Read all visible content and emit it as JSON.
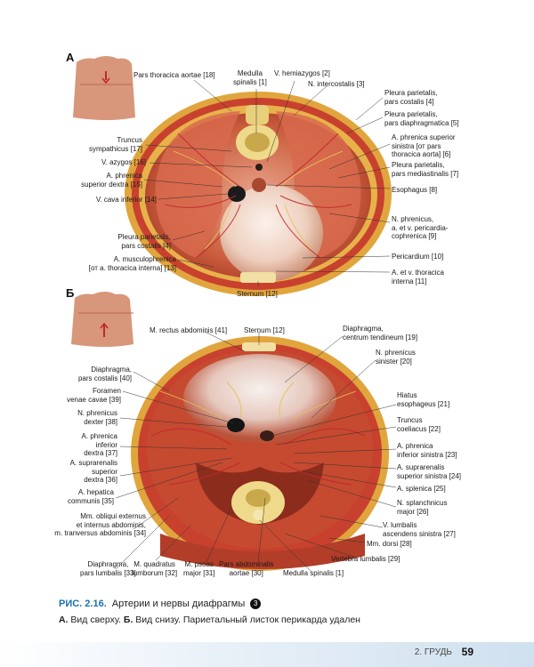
{
  "panels": {
    "a_letter": "А",
    "b_letter": "Б"
  },
  "labels_a": {
    "pars_thoracica": "Pars thoracica aortae [18]",
    "medulla": "Medulla\nspinalis [1]",
    "hemiazygos": "V. hemiazygos [2]",
    "intercostalis": "N. intercostalis [3]",
    "pleura_costalis": "Pleura parietalis,\npars costalis [4]",
    "pleura_diaphr": "Pleura parietalis,\npars diaphragmatica [5]",
    "phrenica_sup_sin": "A. phrenica superior\nsinistra [от pars\nthoracica aorta] [6]",
    "pleura_mediast": "Pleura parietalis,\npars mediastinalis [7]",
    "esophagus": "Esophagus [8]",
    "phrenicus": "N. phrenicus,\na. et v. pericardia-\ncophrenica [9]",
    "pericardium": "Pericardium [10]",
    "thoracica_interna": "A. et v. thoracica\ninterna [11]",
    "sternum": "Sternum [12]",
    "musculophrenica": "A. musculophrenica\n[от a. thoracica interna] [13]",
    "cava": "V. cava inferior [14]",
    "phrenica_dextra": "A. phrenica\nsuperior dextra [15]",
    "azygos": "V. azygos [16]",
    "truncus_symp": "Truncus\nsympathicus [17]",
    "pleura_costalis_left": "Pleura parietalis,\npars costalis [4]"
  },
  "labels_b": {
    "rectus": "M. rectus abdominis [41]",
    "sternum": "Sternum [12]",
    "centrum": "Diaphragma,\ncentrum tendineum [19]",
    "phrenicus_sin": "N. phrenicus\nsinister [20]",
    "hiatus": "Hiatus\nesophageus [21]",
    "coeliacus": "Truncus\ncoeliacus [22]",
    "phrenica_inf_sin": "A. phrenica\ninferior sinistra [23]",
    "suprarenalis_sin": "A. suprarenalis\nsuperior sinistra [24]",
    "splenica": "A. splenica [25]",
    "splanchnicus": "N. splanchnicus\nmajor [26]",
    "lumbalis": "V. lumbalis\nascendens sinistra [27]",
    "dorsi": "Mm. dorsi [28]",
    "vertebra": "Vertebra lumbalis [29]",
    "medulla": "Medulla spinalis [1]",
    "pars_abd": "Pars abdominalis\naortae [30]",
    "psoas": "M. psoas\nmajor [31]",
    "quadratus": "M. quadratus\nlumborum [32]",
    "lumbalis_diaphr": "Diaphragma,\npars lumbalis [33]",
    "obliqui": "Mm. obliqui externus\net internus abdominis,\nm. tranversus abdominis [34]",
    "hepatica": "A. hepatica\ncommunis [35]",
    "suprarenalis_dex": "A. suprarenalis\nsuperior\ndextra [36]",
    "phrenica_inf_dex": "A. phrenica\ninferior\ndextra [37]",
    "phrenicus_dex": "N. phrenicus\ndexter [38]",
    "foramen": "Foramen\nvenae cavae [39]",
    "costalis": "Diaphragma,\npars costalis [40]"
  },
  "caption": {
    "fig_number": "РИС. 2.16.",
    "title": "Артерии и нервы диафрагмы",
    "icon": "3",
    "sub_a": "А.",
    "sub_a_text": "Вид сверху.",
    "sub_b": "Б.",
    "sub_b_text": "Вид снизу. Париетальный листок перикарда удален"
  },
  "footer": {
    "section": "2. ГРУДЬ",
    "page": "59"
  },
  "colors": {
    "accent": "#1e6fb0",
    "tissue": "#c8412e",
    "fat": "#e7b247",
    "tendon": "#f2ece8"
  }
}
